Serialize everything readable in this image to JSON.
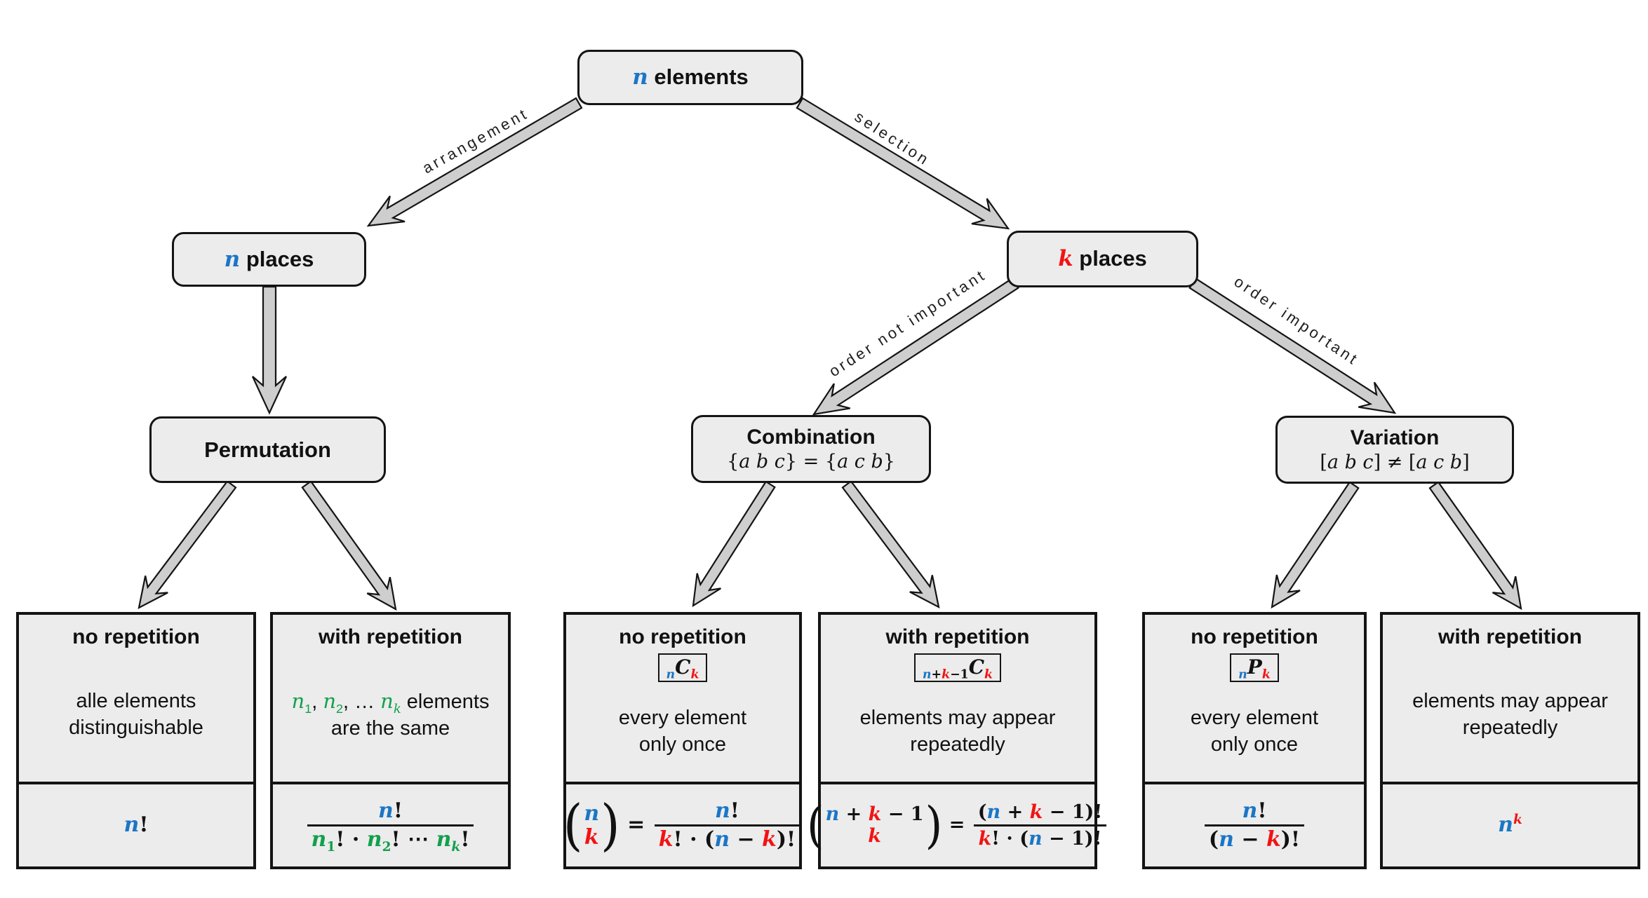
{
  "colors": {
    "blue": "#1b76c6",
    "red": "#f21313",
    "green": "#13a04c",
    "ink": "#141414",
    "box_fill": "#ececec",
    "arrow_fill": "#cecece"
  },
  "nodes": {
    "root": {
      "label": [
        {
          "t": "n",
          "v": 1,
          "c": "blue"
        },
        {
          "t": " elements"
        }
      ]
    },
    "n_places": {
      "label": [
        {
          "t": "n",
          "v": 1,
          "c": "blue"
        },
        {
          "t": " places"
        }
      ]
    },
    "k_places": {
      "label": [
        {
          "t": "k",
          "v": 1,
          "c": "red"
        },
        {
          "t": " places"
        }
      ]
    },
    "permutation": {
      "label": [
        {
          "t": "Permutation"
        }
      ]
    },
    "combination": {
      "label": [
        {
          "t": "Combination"
        }
      ],
      "subtitle": [
        {
          "t": "{"
        },
        {
          "t": "a b c",
          "v": 1
        },
        {
          "t": "} = {"
        },
        {
          "t": "a c b",
          "v": 1
        },
        {
          "t": "}"
        }
      ]
    },
    "variation": {
      "label": [
        {
          "t": "Variation"
        }
      ],
      "subtitle": [
        {
          "t": "["
        },
        {
          "t": "a b c",
          "v": 1
        },
        {
          "t": "] ≠ ["
        },
        {
          "t": "a c b",
          "v": 1
        },
        {
          "t": "]"
        }
      ]
    }
  },
  "edges": {
    "arrangement": "arrangement",
    "selection": "selection",
    "order_not_important": "order not important",
    "order_important": "order important"
  },
  "leaves": [
    {
      "title": "no repetition",
      "desc": [
        {
          "t": "alle elements"
        },
        {
          "br": 1
        },
        {
          "t": "distinguishable"
        }
      ],
      "formula": [
        {
          "t": "n",
          "v": 1,
          "c": "blue"
        },
        {
          "t": "!"
        }
      ]
    },
    {
      "title": "with repetition",
      "desc": [
        {
          "t": "n",
          "v": 1,
          "c": "green"
        },
        {
          "t": "1",
          "c": "green",
          "sub": 1
        },
        {
          "t": ", "
        },
        {
          "t": "n",
          "v": 1,
          "c": "green"
        },
        {
          "t": "2",
          "c": "green",
          "sub": 1
        },
        {
          "t": ", … "
        },
        {
          "t": "n",
          "v": 1,
          "c": "green"
        },
        {
          "t": "k",
          "v": 1,
          "c": "green",
          "sub": 1
        },
        {
          "t": " elements"
        },
        {
          "br": 1
        },
        {
          "t": "are the same"
        }
      ],
      "formula": [
        {
          "frac": {
            "n": [
              {
                "t": "n",
                "v": 1,
                "c": "blue"
              },
              {
                "t": "!"
              }
            ],
            "d": [
              {
                "t": "n",
                "v": 1,
                "c": "green"
              },
              {
                "t": "1",
                "c": "green",
                "sub": 1
              },
              {
                "t": "! · "
              },
              {
                "t": "n",
                "v": 1,
                "c": "green"
              },
              {
                "t": "2",
                "c": "green",
                "sub": 1
              },
              {
                "t": "! ⋯ "
              },
              {
                "t": "n",
                "v": 1,
                "c": "green"
              },
              {
                "t": "k",
                "v": 1,
                "c": "green",
                "sub": 1
              },
              {
                "t": "!"
              }
            ]
          }
        }
      ]
    },
    {
      "title": "no repetition",
      "badge": [
        {
          "t": "n",
          "v": 1,
          "c": "blue",
          "sub": 1
        },
        {
          "t": "C",
          "v": 1
        },
        {
          "t": "k",
          "v": 1,
          "c": "red",
          "sub": 1
        }
      ],
      "desc": [
        {
          "t": "every element"
        },
        {
          "br": 1
        },
        {
          "t": "only once"
        }
      ],
      "formula": [
        {
          "binom": {
            "t": [
              {
                "t": "n",
                "v": 1,
                "c": "blue"
              }
            ],
            "b": [
              {
                "t": "k",
                "v": 1,
                "c": "red"
              }
            ]
          }
        },
        {
          "t": " = "
        },
        {
          "frac": {
            "n": [
              {
                "t": "n",
                "v": 1,
                "c": "blue"
              },
              {
                "t": "!"
              }
            ],
            "d": [
              {
                "t": "k",
                "v": 1,
                "c": "red"
              },
              {
                "t": "! · ("
              },
              {
                "t": "n",
                "v": 1,
                "c": "blue"
              },
              {
                "t": " − "
              },
              {
                "t": "k",
                "v": 1,
                "c": "red"
              },
              {
                "t": ")!"
              }
            ]
          }
        }
      ]
    },
    {
      "title": "with repetition",
      "badge": [
        {
          "t": "n",
          "v": 1,
          "c": "blue",
          "sub": 1
        },
        {
          "t": "+",
          "sub": 1
        },
        {
          "t": "k",
          "v": 1,
          "c": "red",
          "sub": 1
        },
        {
          "t": "−1",
          "sub": 1
        },
        {
          "t": "C",
          "v": 1
        },
        {
          "t": "k",
          "v": 1,
          "c": "red",
          "sub": 1
        }
      ],
      "desc": [
        {
          "t": "elements may appear"
        },
        {
          "br": 1
        },
        {
          "t": "repeatedly"
        }
      ],
      "formula": [
        {
          "binom": {
            "t": [
              {
                "t": "n",
                "v": 1,
                "c": "blue"
              },
              {
                "t": " + "
              },
              {
                "t": "k",
                "v": 1,
                "c": "red"
              },
              {
                "t": " − 1"
              }
            ],
            "b": [
              {
                "t": "k",
                "v": 1,
                "c": "red"
              }
            ]
          }
        },
        {
          "t": " = "
        },
        {
          "frac": {
            "n": [
              {
                "t": "("
              },
              {
                "t": "n",
                "v": 1,
                "c": "blue"
              },
              {
                "t": " + "
              },
              {
                "t": "k",
                "v": 1,
                "c": "red"
              },
              {
                "t": " − 1)!"
              }
            ],
            "d": [
              {
                "t": "k",
                "v": 1,
                "c": "red"
              },
              {
                "t": "! · ("
              },
              {
                "t": "n",
                "v": 1,
                "c": "blue"
              },
              {
                "t": " − 1)!"
              }
            ]
          }
        }
      ]
    },
    {
      "title": "no repetition",
      "badge": [
        {
          "t": "n",
          "v": 1,
          "c": "blue",
          "sub": 1
        },
        {
          "t": "P",
          "v": 1
        },
        {
          "t": "k",
          "v": 1,
          "c": "red",
          "sub": 1
        }
      ],
      "desc": [
        {
          "t": "every element"
        },
        {
          "br": 1
        },
        {
          "t": "only once"
        }
      ],
      "formula": [
        {
          "frac": {
            "n": [
              {
                "t": "n",
                "v": 1,
                "c": "blue"
              },
              {
                "t": "!"
              }
            ],
            "d": [
              {
                "t": "("
              },
              {
                "t": "n",
                "v": 1,
                "c": "blue"
              },
              {
                "t": " − "
              },
              {
                "t": "k",
                "v": 1,
                "c": "red"
              },
              {
                "t": ")!"
              }
            ]
          }
        }
      ]
    },
    {
      "title": "with repetition",
      "desc": [
        {
          "t": "elements may appear"
        },
        {
          "br": 1
        },
        {
          "t": "repeatedly"
        }
      ],
      "formula": [
        {
          "t": "n",
          "v": 1,
          "c": "blue"
        },
        {
          "t": "k",
          "v": 1,
          "c": "red",
          "sup": 1
        }
      ]
    }
  ]
}
